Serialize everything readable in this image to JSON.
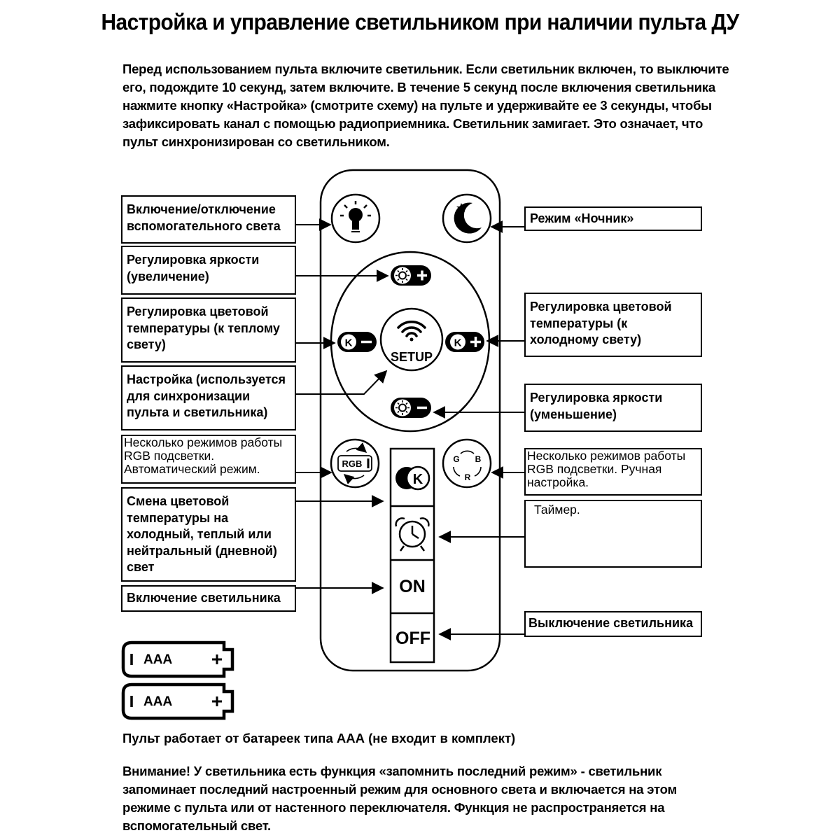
{
  "title": "Настройка и управление светильником при наличии пульта ДУ",
  "intro": "Перед использованием пульта включите светильник. Если светильник включен, то выключите его, подождите 10 секунд, затем включите. В течение 5 секунд после включения светильника нажмите кнопку «Настройка» (смотрите схему) на пульте и удерживайте ее 3 секунды, чтобы зафиксировать канал с помощью радиоприемника. Светильник замигает. Это означает, что пульт синхронизирован со светильником.",
  "labels": {
    "aux_light": "Включение/отключение вспомогательного света",
    "night_mode": "Режим «Ночник»",
    "brightness_up": "Регулировка яркости (увеличение)",
    "temp_warm": "Регулировка цветовой температуры (к теплому свету)",
    "temp_cold": "Регулировка цветовой температуры (к холодному свету)",
    "setup": "Настройка (используется для синхронизации пульта и светильника)",
    "brightness_down": "Регулировка яркости (уменьшение)",
    "rgb_auto": "Несколько режимов работы RGB подсветки. Автоматический режим.",
    "rgb_manual": "Несколько режимов работы RGB подсветки. Ручная настройка.",
    "temp_change": "Смена цветовой температуры на холодный, теплый или нейтральный (дневной) свет",
    "timer": "Таймер.",
    "power_on": "Включение светильника",
    "power_off": "Выключение светильника"
  },
  "remote": {
    "setup_label": "SETUP",
    "rgb_label": "RGB",
    "on_label": "ON",
    "off_label": "OFF",
    "k_label": "K",
    "rgb_g": "G",
    "rgb_b": "B",
    "rgb_r": "R"
  },
  "batteries": [
    {
      "label": "AAA"
    },
    {
      "label": "AAA"
    }
  ],
  "battery_note": "Пульт работает от батареек типа ААА (не входит в комплект)",
  "warning": "Внимание! У светильника есть функция «запомнить последний режим» - светильник запоминает последний настроенный режим для основного света и включается на этом режиме с пульта или от настенного переключателя. Функция не распространяется на вспомогательный свет.",
  "icons": [
    "bulb-icon",
    "moon-icon",
    "sun-plus-icon",
    "sun-minus-icon",
    "k-minus-icon",
    "k-plus-icon",
    "wifi-icon",
    "rgb-auto-icon",
    "rgb-manual-icon",
    "k-circle-icon",
    "alarm-clock-icon",
    "battery-icon"
  ]
}
